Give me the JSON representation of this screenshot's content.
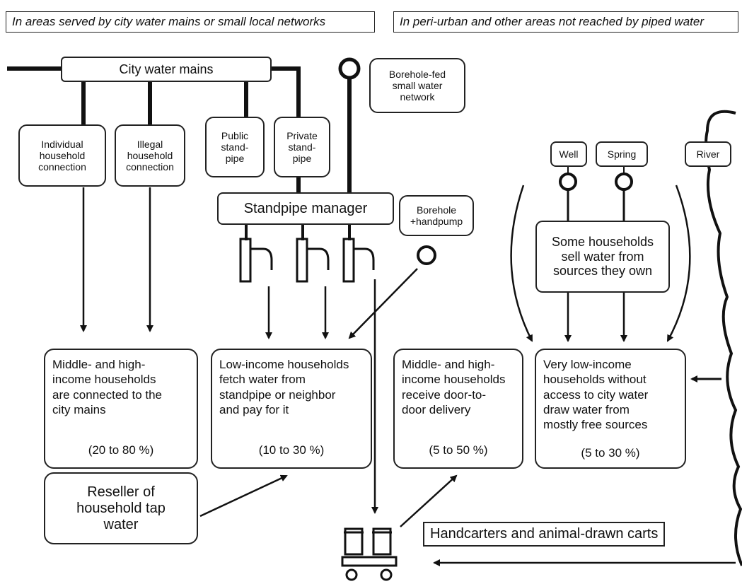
{
  "headers": {
    "left": "In areas served by city water mains or small local networks",
    "right": "In peri-urban and other areas not reached by piped water"
  },
  "sources": {
    "city_mains": "City water mains",
    "borehole_network": [
      "Borehole-fed",
      "small water",
      "network"
    ],
    "well": "Well",
    "spring": "Spring",
    "river": "River",
    "borehole_handpump": [
      "Borehole",
      "+handpump"
    ]
  },
  "connections": {
    "individual": [
      "Individual",
      "household",
      "connection"
    ],
    "illegal": [
      "Illegal",
      "household",
      "connection"
    ],
    "public_standpipe": [
      "Public",
      "stand-",
      "pipe"
    ],
    "private_standpipe": [
      "Private",
      "stand-",
      "pipe"
    ]
  },
  "intermediaries": {
    "standpipe_manager": "Standpipe manager",
    "some_households_sell": [
      "Some households",
      "sell water from",
      "sources they own"
    ],
    "reseller": [
      "Reseller of",
      "household tap",
      "water"
    ],
    "handcarters": "Handcarters and animal-drawn carts"
  },
  "outcomes": [
    {
      "text": [
        "Middle- and high-",
        "income households",
        "are connected to the",
        "city mains"
      ],
      "pct": "(20 to 80 %)"
    },
    {
      "text": [
        "Low-income households",
        "fetch water from",
        "standpipe or neighbor",
        "and pay for it"
      ],
      "pct": "(10 to 30 %)"
    },
    {
      "text": [
        "Middle- and high-",
        "income households",
        "receive door-to-",
        "door delivery"
      ],
      "pct": "(5 to 50 %)"
    },
    {
      "text": [
        "Very low-income",
        "households without",
        "access to city water",
        "draw water from",
        "mostly free sources"
      ],
      "pct": "(5 to 30 %)"
    }
  ]
}
